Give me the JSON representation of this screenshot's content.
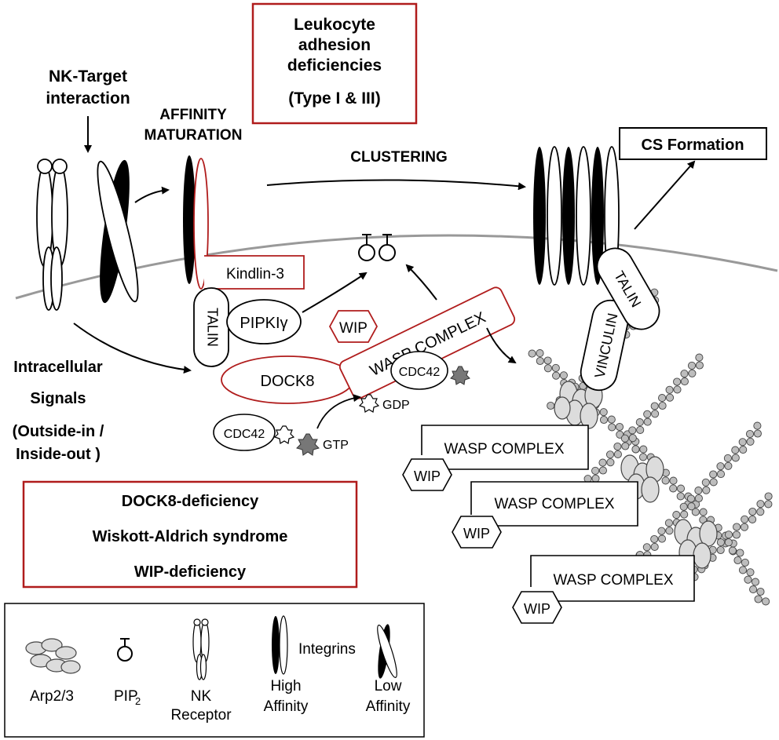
{
  "disease_box_lad": {
    "line1": "Leukocyte",
    "line2": "adhesion",
    "line3": "deficiencies",
    "line4": "(Type I & III)"
  },
  "nk_target": {
    "line1": "NK-Target",
    "line2": "interaction"
  },
  "affinity_maturation": {
    "line1": "AFFINITY",
    "line2": "MATURATION"
  },
  "clustering": "CLUSTERING",
  "cs_formation": "CS Formation",
  "intracellular": {
    "line1": "Intracellular",
    "line2": "Signals",
    "line3": "(Outside-in /",
    "line4": "Inside-out )"
  },
  "proteins": {
    "kindlin3": "Kindlin-3",
    "talin": "TALIN",
    "pipki": "PIPKIγ",
    "wip": "WIP",
    "wasp_complex": "WASP COMPLEX",
    "dock8": "DOCK8",
    "cdc42": "CDC42",
    "gdp": "GDP",
    "gtp": "GTP",
    "vinculin": "VINCULIN"
  },
  "disease_box_wasp": {
    "line1": "DOCK8-deficiency",
    "line2": "Wiskott-Aldrich syndrome",
    "line3": "WIP-deficiency"
  },
  "legend": {
    "arp23": "Arp2/3",
    "pip2_base": "PIP",
    "pip2_sub": "2",
    "nk_receptor_line1": "NK",
    "nk_receptor_line2": "Receptor",
    "integrins": "Integrins",
    "high_line1": "High",
    "high_line2": "Affinity",
    "low_line1": "Low",
    "low_line2": "Affinity"
  },
  "colors": {
    "disease_red": "#b01c1c",
    "membrane": "#999999",
    "bead": "#bdbdbd",
    "arp": "#dcdcdc",
    "gtp": "#777777"
  }
}
